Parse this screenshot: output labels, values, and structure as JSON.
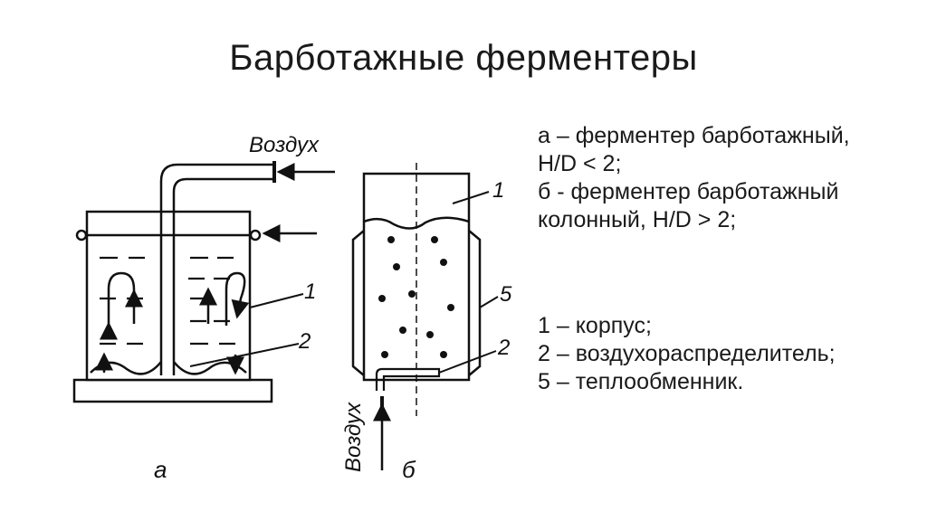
{
  "title": "Барботажные ферментеры",
  "figure": {
    "air_label_a": "Воздух",
    "air_label_b": "Воздух",
    "caption_a": "а",
    "caption_b": "б",
    "callout_a_1": "1",
    "callout_a_2": "2",
    "callout_b_1": "1",
    "callout_b_5": "5",
    "callout_b_2": "2"
  },
  "legend": {
    "types": [
      "а – ферментер барботажный,",
      "H/D < 2;",
      "б - ферментер барботажный",
      "колонный, H/D > 2;"
    ],
    "parts": [
      "1 – корпус;",
      "2 – воздухораспределитель;",
      "5 – теплообменник."
    ]
  }
}
